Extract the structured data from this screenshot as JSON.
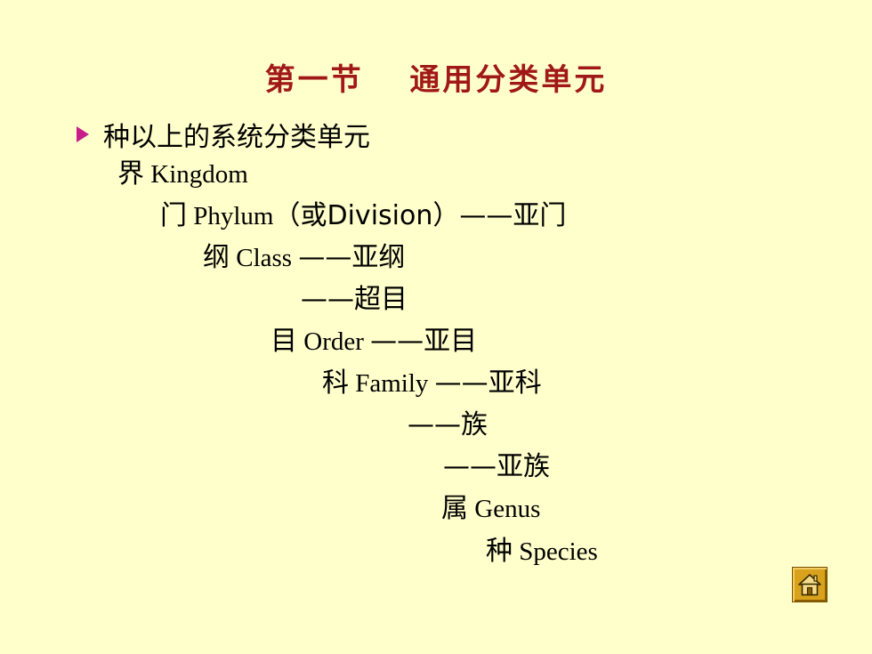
{
  "slide": {
    "title": "第一节　 通用分类单元",
    "bullet": "种以上的系统分类单元",
    "ranks": [
      {
        "zh": "界",
        "en": " Kingdom",
        "suffix": ""
      },
      {
        "zh": "门",
        "en": " Phylum",
        "suffix": "（或Division）——亚门"
      },
      {
        "zh": "纲",
        "en": " Class ",
        "suffix": "——亚纲"
      },
      {
        "zh": "",
        "en": "",
        "suffix": "——超目"
      },
      {
        "zh": "目",
        "en": " Order ",
        "suffix": "——亚目"
      },
      {
        "zh": "科",
        "en": " Family ",
        "suffix": "——亚科"
      },
      {
        "zh": "",
        "en": "",
        "suffix": "——族"
      },
      {
        "zh": "",
        "en": "",
        "suffix": "——亚族"
      },
      {
        "zh": "属",
        "en": " Genus",
        "suffix": ""
      },
      {
        "zh": "种",
        "en": " Species",
        "suffix": ""
      }
    ]
  },
  "colors": {
    "background": "#FFFFCC",
    "title": "#A01818",
    "bullet_marker": "#C81E8C",
    "home_button": "#D8A21C"
  },
  "icons": {
    "bullet": "arrow-bullet-icon",
    "home": "home-icon"
  }
}
